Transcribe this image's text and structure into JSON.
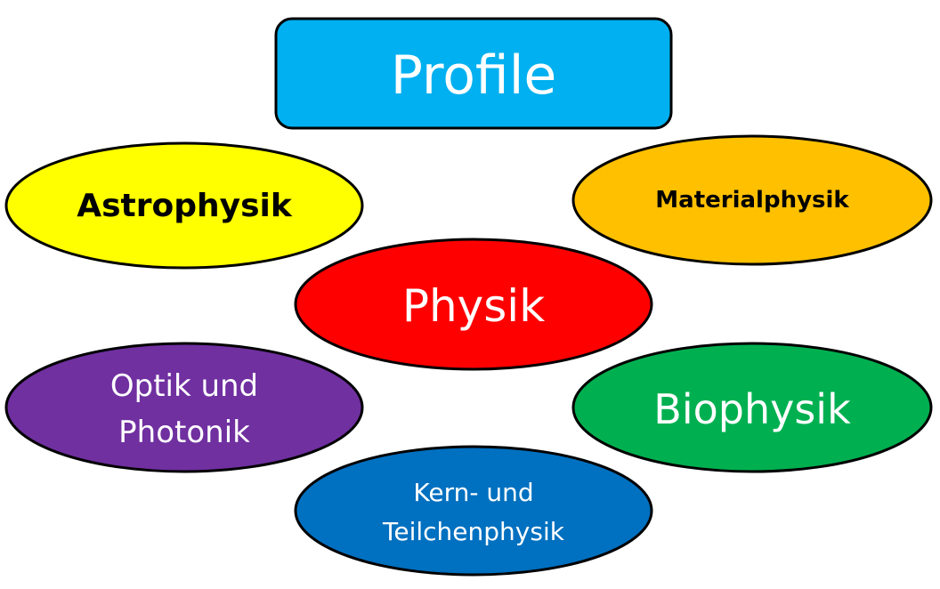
{
  "title": "Profile",
  "nodes": {
    "astrophysik": {
      "label": "Astrophysik",
      "color": "#FFFF00"
    },
    "materialphysik": {
      "label": "Materialphysik",
      "color": "#FFC000"
    },
    "physik": {
      "label": "Physik",
      "color": "#FF0000"
    },
    "optik": {
      "line1": "Optik und",
      "line2": "Photonik",
      "color": "#7030A0"
    },
    "biophysik": {
      "label": "Biophysik",
      "color": "#00B050"
    },
    "kern": {
      "line1": "Kern- und",
      "line2": "Teilchenphysik",
      "color": "#0070C0"
    }
  },
  "title_color": "#00B0F0"
}
